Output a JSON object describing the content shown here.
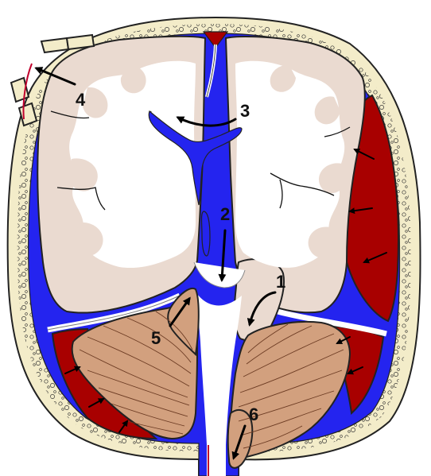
{
  "labels": {
    "l1": "1",
    "l2": "2",
    "l3": "3",
    "l4": "4",
    "l5": "5",
    "l6": "6"
  },
  "colors": {
    "skull": "#f3ecc9",
    "csf": "#2424ef",
    "hematoma": "#a80000",
    "brain_gray": "#eadad0",
    "white_matter": "#ffffff",
    "cerebellum": "#d2a07e",
    "vessel": "#c0002c",
    "outline": "#222222"
  }
}
